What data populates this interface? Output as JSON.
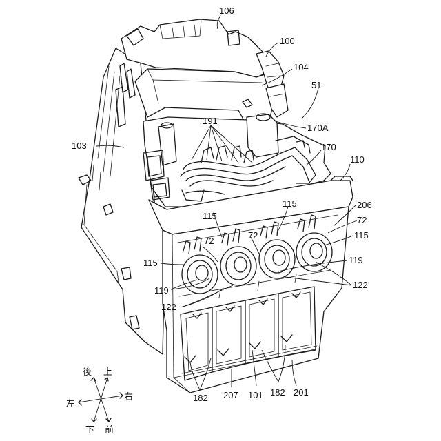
{
  "labels": {
    "l106": "106",
    "l100": "100",
    "l104": "104",
    "l51": "51",
    "l191": "191",
    "l170A": "170A",
    "l103": "103",
    "l170": "170",
    "l110": "110",
    "l206": "206",
    "l115a": "115",
    "l115b": "115",
    "l115c": "115",
    "l115d": "115",
    "l72a": "72",
    "l72b": "72",
    "l72c": "72",
    "l119a": "119",
    "l119b": "119",
    "l122a": "122",
    "l122b": "122",
    "l182a": "182",
    "l182b": "182",
    "l207": "207",
    "l101": "101",
    "l201": "201"
  },
  "compass": {
    "back": "後",
    "up": "上",
    "left": "左",
    "right": "右",
    "down": "下",
    "front": "前"
  }
}
